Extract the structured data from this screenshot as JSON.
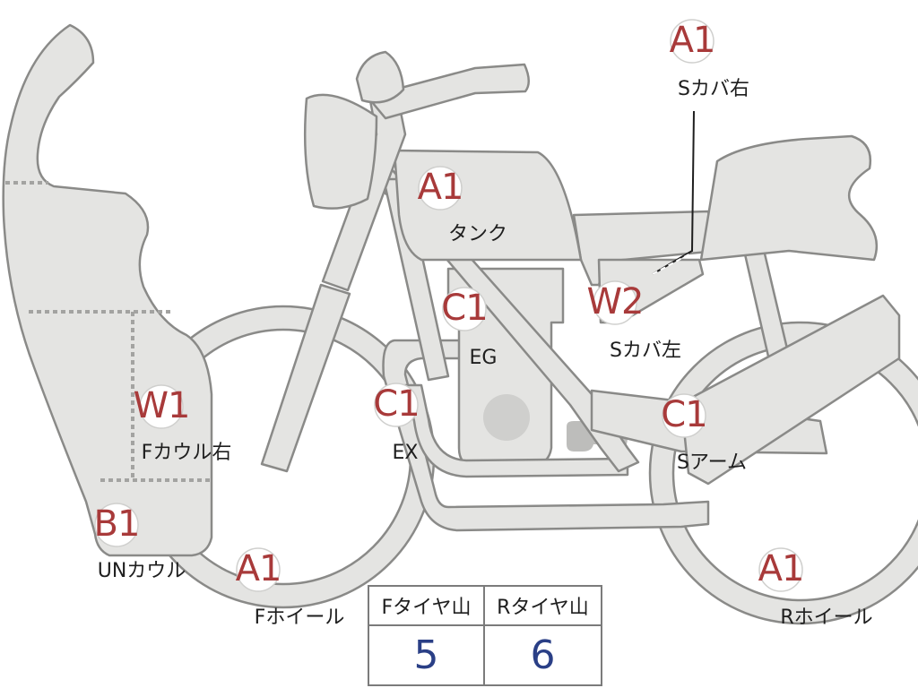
{
  "parts": [
    {
      "id": "s-cover-right",
      "grade": "A1",
      "label": "Sカバ右"
    },
    {
      "id": "tank",
      "grade": "A1",
      "label": "タンク"
    },
    {
      "id": "engine",
      "grade": "C1",
      "label": "EG"
    },
    {
      "id": "s-cover-left",
      "grade": "W2",
      "label": "Sカバ左"
    },
    {
      "id": "exhaust",
      "grade": "C1",
      "label": "EX"
    },
    {
      "id": "swing-arm",
      "grade": "C1",
      "label": "Sアーム"
    },
    {
      "id": "f-cowl-right",
      "grade": "W1",
      "label": "Fカウル右"
    },
    {
      "id": "under-cowl",
      "grade": "B1",
      "label": "UNカウル"
    },
    {
      "id": "f-wheel",
      "grade": "A1",
      "label": "Fホイール"
    },
    {
      "id": "r-wheel",
      "grade": "A1",
      "label": "Rホイール"
    }
  ],
  "tire_table": {
    "front_header": "Fタイヤ山",
    "rear_header": "Rタイヤ山",
    "front_value": "5",
    "rear_value": "6"
  },
  "colors": {
    "body_fill": "#e4e4e2",
    "outline": "#8a8a88",
    "grade_text": "#a83a3a",
    "table_value_text": "#2a3f86"
  }
}
